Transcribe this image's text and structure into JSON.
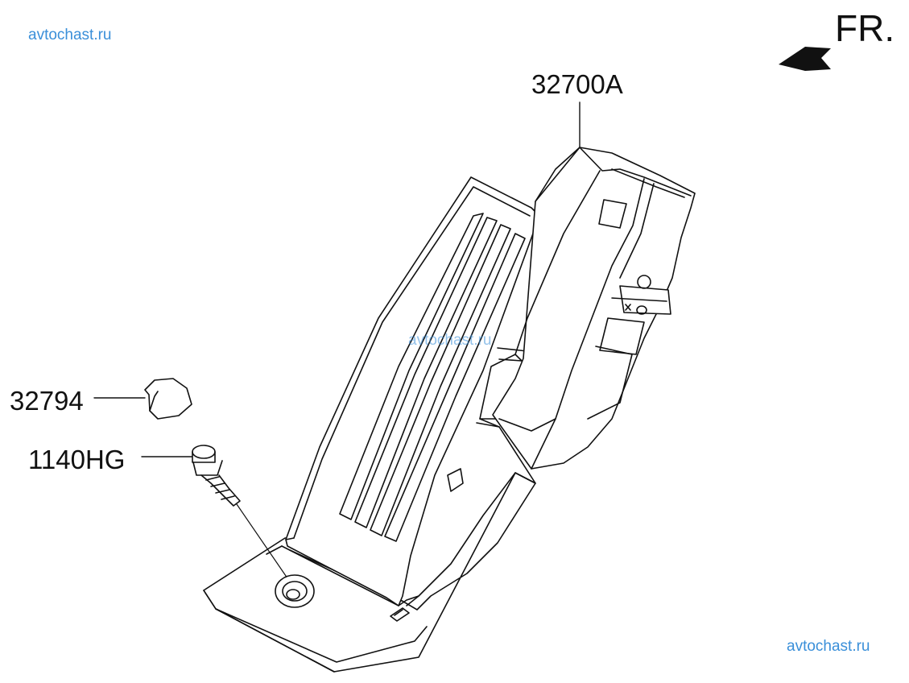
{
  "watermarks": {
    "top_left": "avtochast.ru",
    "center": "avtochast.ru",
    "bottom_right": "avtochast.ru",
    "color": "#3a8fd9"
  },
  "direction": {
    "label": "FR.",
    "arrow_icon": "arrow-left-icon"
  },
  "parts": [
    {
      "number": "32700A"
    },
    {
      "number": "32794"
    },
    {
      "number": "1140HG"
    }
  ],
  "colors": {
    "line": "#111111",
    "background": "#ffffff"
  }
}
